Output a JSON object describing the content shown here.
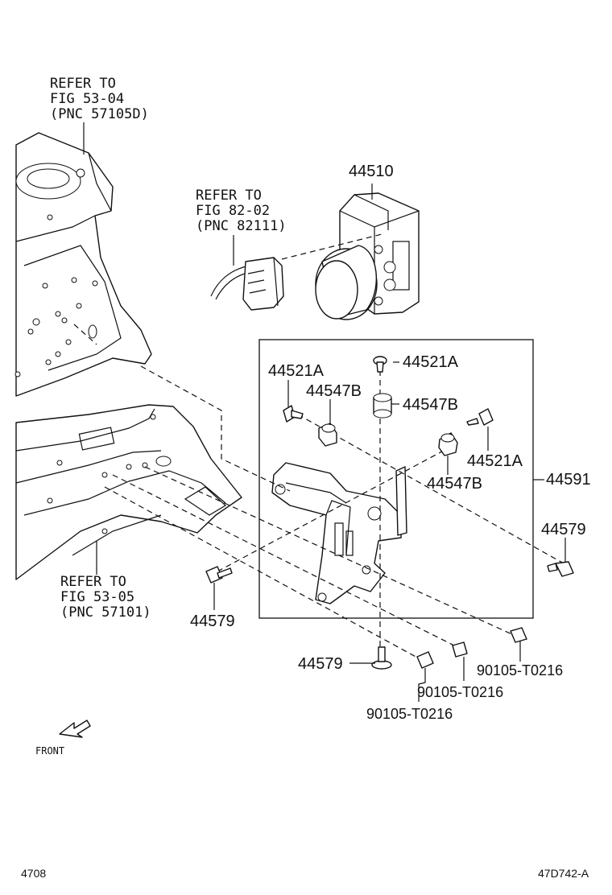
{
  "refs": {
    "top_left": [
      "REFER TO",
      "FIG 53-04",
      "(PNC 57105D)"
    ],
    "middle": [
      "REFER TO",
      "FIG 82-02",
      "(PNC 82111)"
    ],
    "bottom_left": [
      "REFER TO",
      "FIG 53-05",
      "(PNC 57101)"
    ]
  },
  "parts": {
    "actuator": "44510",
    "bracket_assy": "44591",
    "bolt_center_top": "44521A",
    "bolt_left": "44521A",
    "bolt_right": "44521A",
    "cushion_left": "44547B",
    "cushion_center": "44547B",
    "cushion_right": "44547B",
    "bolt_right_outer": "44579",
    "bolt_left_outer": "44579",
    "bolt_bottom": "44579",
    "screw_right": "90105-T0216",
    "screw_mid": "90105-T0216",
    "screw_left": "90105-T0216"
  },
  "front_label": "FRONT",
  "footer": {
    "left": "4708",
    "right": "47D742-A"
  }
}
